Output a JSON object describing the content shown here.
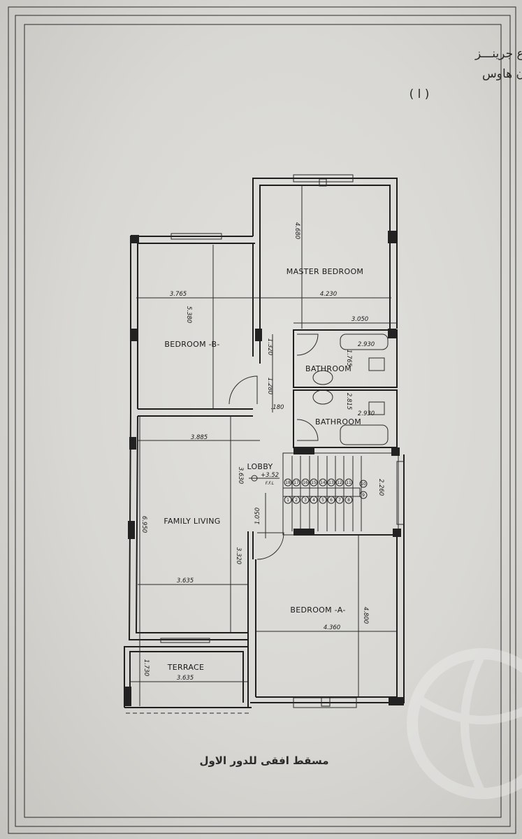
{
  "title": {
    "line1": "مشروع جرينـــز",
    "line2": "فيلات التاون هاوس",
    "line3": "( ا )"
  },
  "caption": "مسقط افقى للدور الاول",
  "rooms": {
    "master_bedroom": "MASTER BEDROOM",
    "bedroom_b": "BEDROOM -B-",
    "bathroom_1": "BATHROOM",
    "bathroom_2": "BATHROOM",
    "lobby": "LOBBY",
    "family_living": "FAMILY LIVING",
    "bedroom_a": "BEDROOM -A-",
    "terrace": "TERRACE"
  },
  "level": {
    "value": "+3.52",
    "label": "F.F.L"
  },
  "dimensions": {
    "bedroom_b_width": "3.765",
    "master_width": "4.230",
    "bedroom_b_length": "5.380",
    "master_length": "4.680",
    "bath_width": "3.050",
    "tub_1": "2.930",
    "bath_1_depth": "1.765",
    "door_1": "1.320",
    "door_2": "1.280",
    "gap": ".180",
    "bath_2_depth": "2.815",
    "tub_2": "2.930",
    "living_width_top": "3.885",
    "living_upper": "3.630",
    "living_length": "6.950",
    "lobby_door": "1.050",
    "living_lower": "3.320",
    "living_width": "3.635",
    "bedroom_a_width": "4.360",
    "bedroom_a_length": "4.800",
    "terrace_depth": "1.730",
    "terrace_width": "3.635",
    "stair_width": "2.260"
  },
  "stair_steps_upper": [
    "18",
    "17",
    "16",
    "15",
    "14",
    "13",
    "12",
    "11",
    "10"
  ],
  "stair_steps_lower": [
    "1",
    "2",
    "3",
    "4",
    "5",
    "6",
    "7",
    "8",
    "9"
  ],
  "colors": {
    "paper": "#d9d8d4",
    "ink": "#1e1e1e"
  }
}
